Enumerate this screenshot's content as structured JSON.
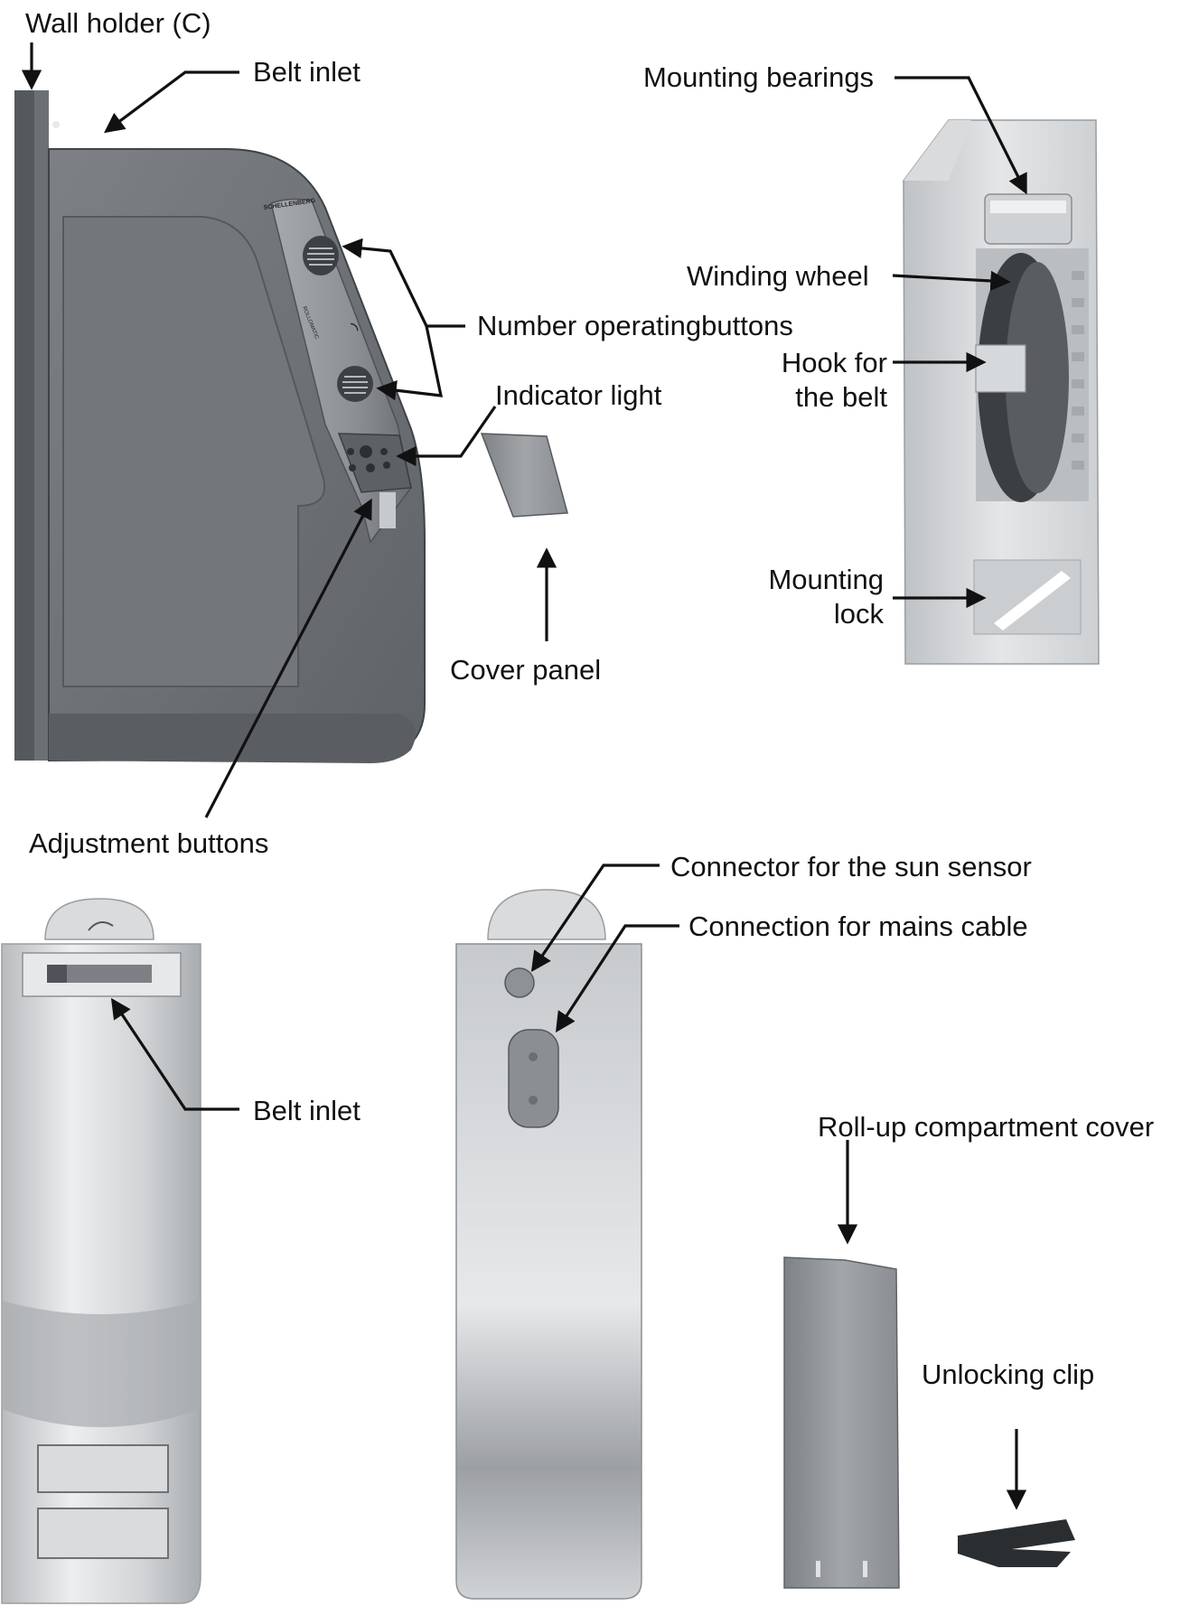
{
  "labels": {
    "wall_holder": "Wall holder (C)",
    "belt_inlet_top": "Belt inlet",
    "number_operating_buttons": "Number operatingbuttons",
    "indicator_light": "Indicator light",
    "cover_panel": "Cover panel",
    "adjustment_buttons": "Adjustment buttons",
    "mounting_bearings": "Mounting bearings",
    "winding_wheel": "Winding wheel",
    "hook_for_belt_line1": "Hook for",
    "hook_for_belt_line2": "the belt",
    "mounting_lock_line1": "Mounting",
    "mounting_lock_line2": "lock",
    "connector_sun_sensor": "Connector for the sun sensor",
    "connection_mains_cable": "Connection for mains cable",
    "belt_inlet_bottom": "Belt inlet",
    "rollup_compartment_cover": "Roll-up compartment cover",
    "unlocking_clip": "Unlocking clip"
  },
  "device_text": {
    "brand": "SCHELLENBERG",
    "model": "ROLLOMATIC"
  },
  "colors": {
    "device_dark": "#6e7276",
    "device_mid": "#8d9195",
    "device_light": "#c9cccf",
    "silver_light": "#e3e5e7",
    "line": "#111111",
    "background": "#ffffff"
  }
}
